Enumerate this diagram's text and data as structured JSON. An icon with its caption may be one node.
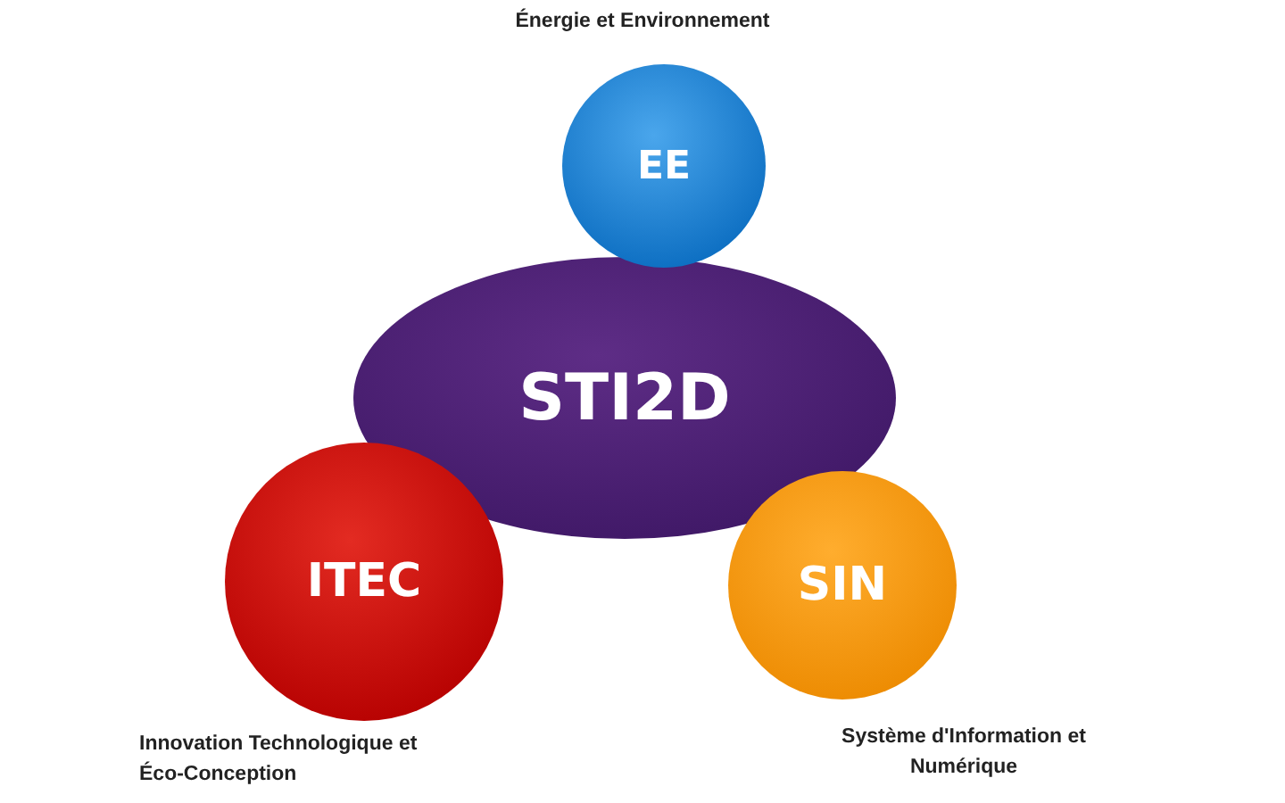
{
  "diagram": {
    "nodes": [
      {
        "text": [
          "EE"
        ],
        "beside": [
          "Énergie et Environnement"
        ]
      },
      {
        "text": [
          "STI2D"
        ]
      },
      {
        "text": [
          "ITEC"
        ],
        "beside": [
          "Innovation Technologique et Éco-Conception"
        ]
      },
      {
        "text": [
          "SIN"
        ],
        "beside": [
          "Système d'Information et Numérique"
        ]
      }
    ]
  }
}
